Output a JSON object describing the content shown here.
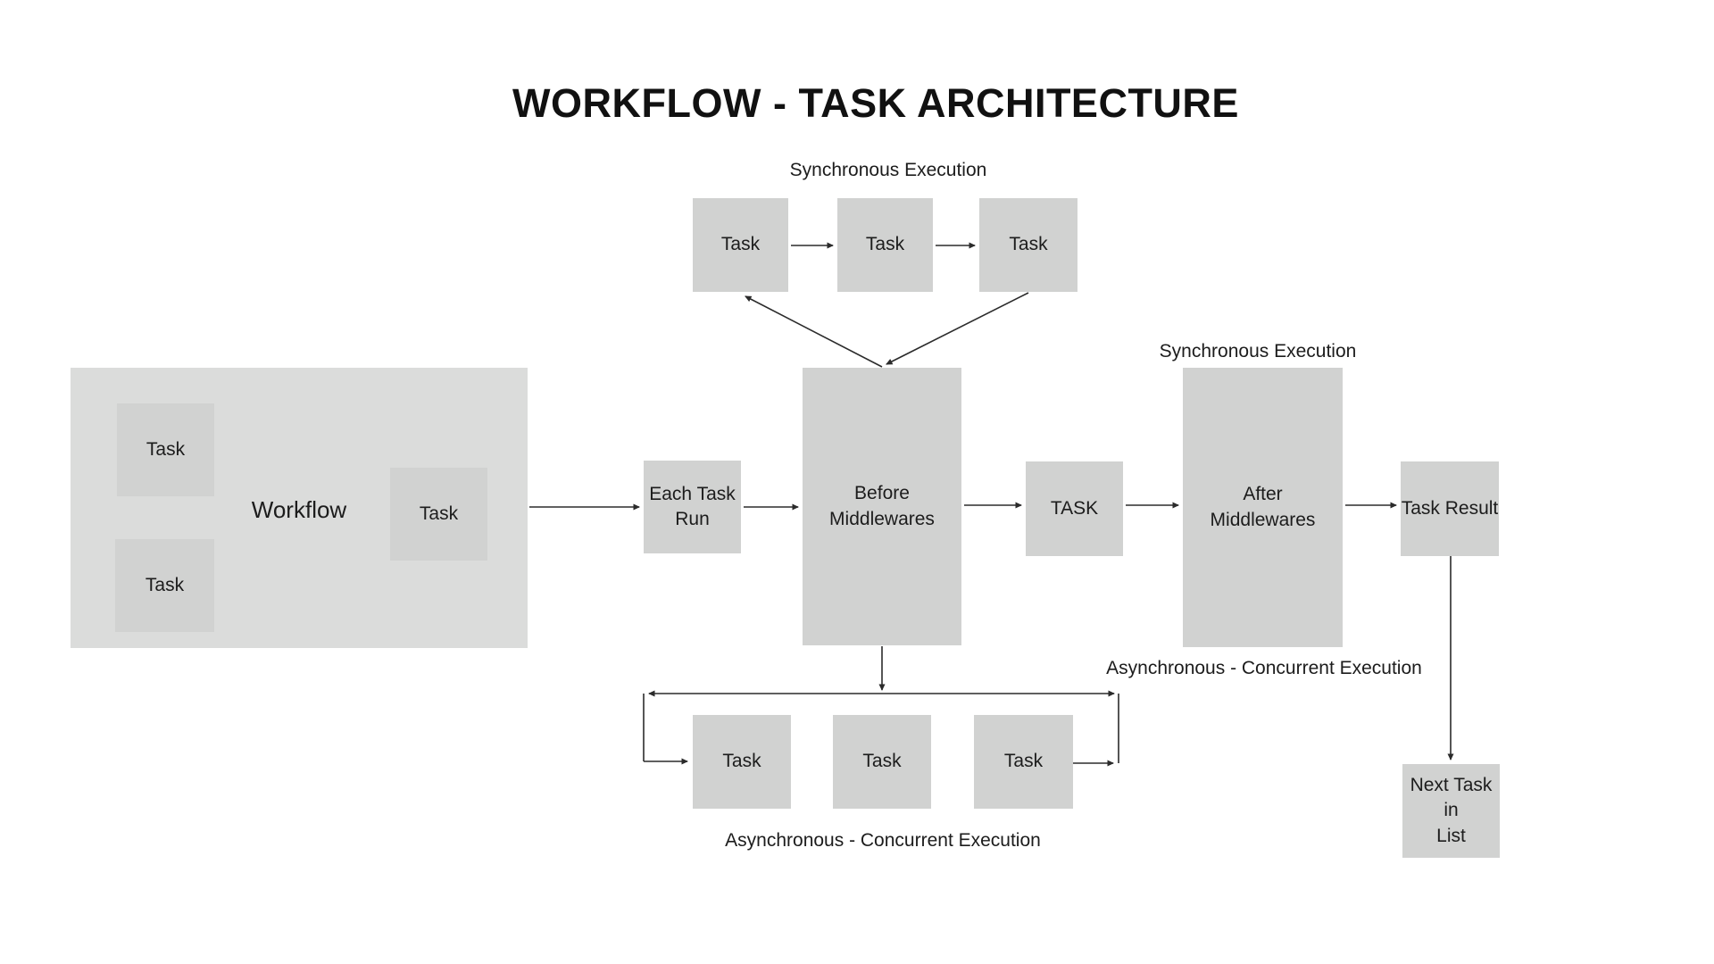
{
  "title": "WORKFLOW - TASK ARCHITECTURE",
  "section_labels": {
    "sync_top": "Synchronous Execution",
    "sync_after": "Synchronous Execution",
    "async_bottom": "Asynchronous - Concurrent Execution",
    "async_right": "Asynchronous - Concurrent Execution"
  },
  "workflow_group": {
    "label": "Workflow",
    "tasks": [
      "Task",
      "Task",
      "Task"
    ]
  },
  "sync_row_tasks": [
    "Task",
    "Task",
    "Task"
  ],
  "async_row_tasks": [
    "Task",
    "Task",
    "Task"
  ],
  "pipeline": {
    "each_task_run": "Each Task\nRun",
    "before_middlewares": "Before\nMiddlewares",
    "task": "TASK",
    "after_middlewares": "After\nMiddlewares",
    "task_result": "Task Result",
    "next_task_in_list": "Next Task in\nList"
  },
  "colors": {
    "background": "#ffffff",
    "task_box_fill": "#d1d2d1",
    "workflow_container_fill": "#dbdcdb",
    "connector_line": "#2b2b2b",
    "text": "#1c1c1c",
    "title_text": "#111111"
  }
}
